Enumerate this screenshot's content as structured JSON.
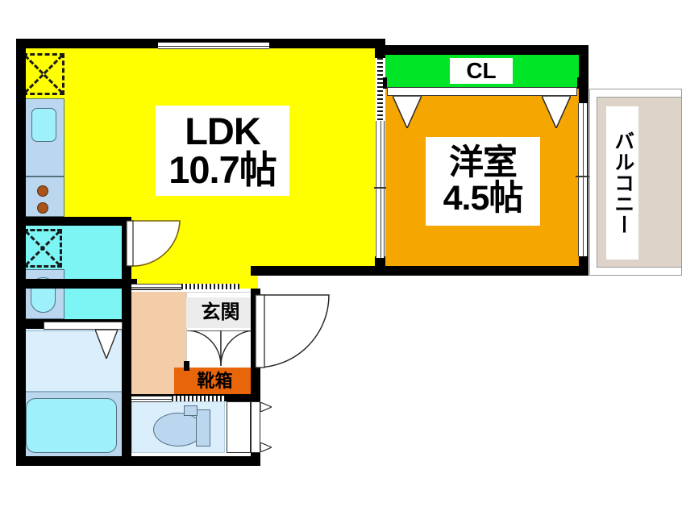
{
  "document": {
    "type": "japanese-apartment-floor-plan",
    "title": "間取り図"
  },
  "rooms": [
    {
      "id": "ldk",
      "label_line1": "LDK",
      "label_line2": "10.7帖",
      "name": "living-dining-kitchen",
      "size_jo": 10.7,
      "color": "#ffff00"
    },
    {
      "id": "washitsu",
      "label_line1": "洋室",
      "label_line2": "4.5帖",
      "name": "western-style-room",
      "size_jo": 4.5,
      "color": "#f5a600"
    },
    {
      "id": "closet",
      "label_line1": "CL",
      "name": "closet",
      "color": "#00e626"
    },
    {
      "id": "balcony",
      "label_line1": "バルコニー",
      "name": "balcony",
      "color": "#ded3c8"
    },
    {
      "id": "genkan",
      "label_line1": "玄関",
      "name": "entrance",
      "color": "#ffffff"
    },
    {
      "id": "shoebox",
      "label_line1": "靴箱",
      "name": "shoe-cabinet",
      "color": "#e8650a"
    }
  ],
  "fixtures": {
    "refrigerator_space": "冷蔵庫置場",
    "washer_space": "洗濯機置場",
    "kitchen_sink": "流し台",
    "stove_burners": 2,
    "bathtub": "浴槽",
    "lavatory": "洗面台",
    "toilet": "便器"
  },
  "colors": {
    "wall": "#000000",
    "ldk": "#ffff00",
    "room": "#f5a600",
    "closet": "#00e626",
    "balcony": "#ded3c8",
    "washroom": "#7df5f5",
    "bath": "#e2f0fb",
    "tub": "#9ef0fb",
    "hall": "#f2cda8",
    "shoebox": "#e8650a",
    "fixture": "#bad7ef",
    "burner": "#a8541c"
  }
}
